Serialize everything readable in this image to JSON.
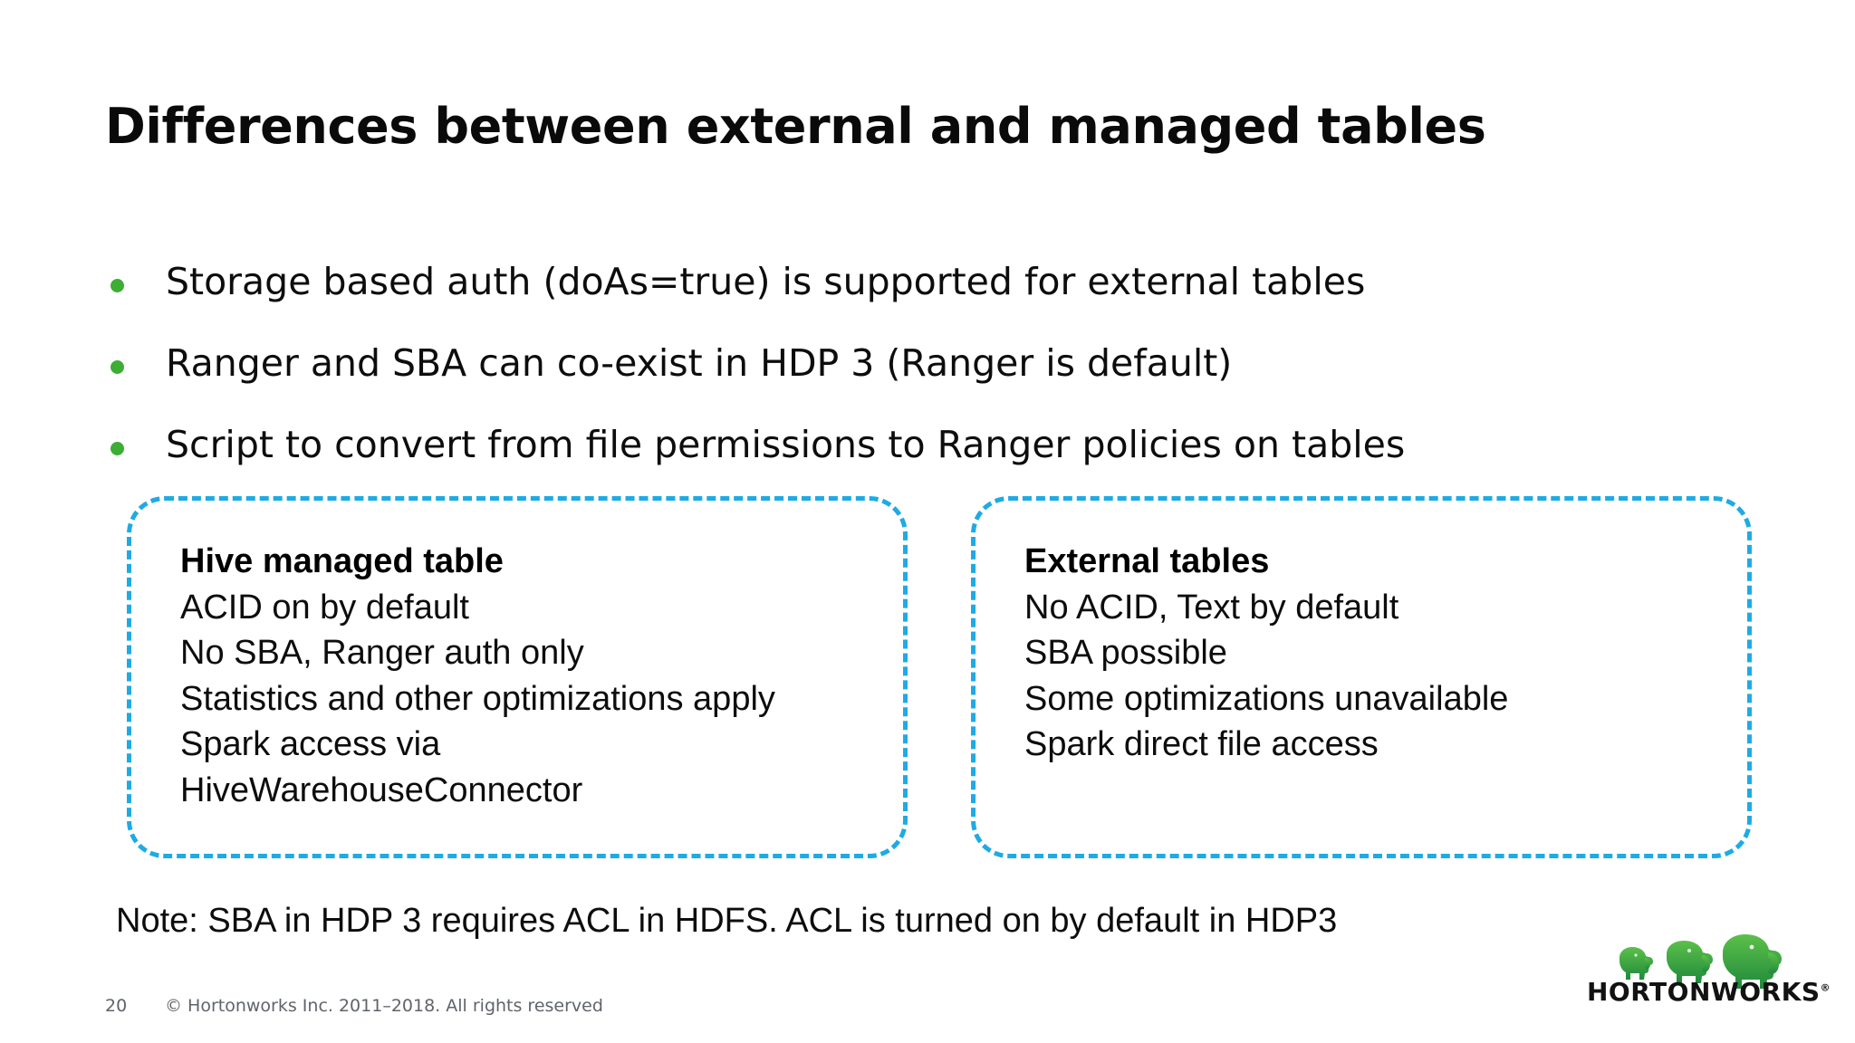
{
  "slide": {
    "title": "Differences between external and managed tables",
    "bullets": [
      "Storage based auth (doAs=true) is supported for external tables",
      "Ranger and SBA can co-exist in HDP 3 (Ranger is default)",
      "Script to convert from file permissions to Ranger policies on tables"
    ],
    "callouts": [
      {
        "heading": "Hive managed table",
        "lines": [
          "ACID on by default",
          "No SBA, Ranger auth only",
          "Statistics and other optimizations apply",
          "Spark access via",
          "HiveWarehouseConnector"
        ]
      },
      {
        "heading": "External tables",
        "lines": [
          "No ACID, Text by default",
          "SBA possible",
          "Some optimizations unavailable",
          "Spark direct file access"
        ]
      }
    ],
    "note": "Note: SBA in HDP 3 requires ACL in HDFS. ACL is turned on by default in HDP3",
    "footer": {
      "page_number": "20",
      "copyright": "© Hortonworks Inc. 2011–2018. All rights reserved"
    },
    "logo": {
      "wordmark": "HORTONWORKS",
      "trademark": "®",
      "icon": "three-elephants-icon"
    },
    "colors": {
      "bullet_green": "#3cae33",
      "callout_border_blue": "#1eabe3",
      "logo_green": "#3fae49",
      "text_black": "#0d0d0d",
      "footer_gray": "#60646a",
      "background": "#ffffff"
    }
  }
}
